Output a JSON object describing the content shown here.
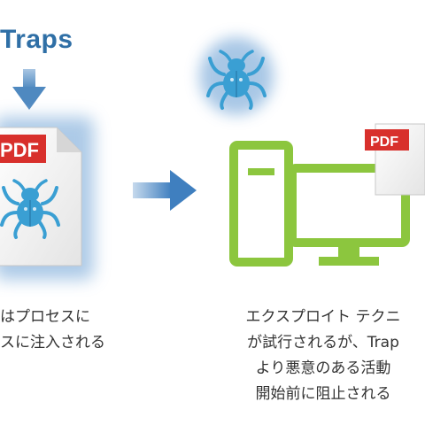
{
  "title": "Traps",
  "pdf_label_left": "PDF",
  "pdf_label_right": "PDF",
  "caption_left": [
    "はプロセスに",
    "スに注入される"
  ],
  "caption_right": [
    "エクスプロイト テクニ",
    "が試行されるが、Trap",
    "より悪意のある活動",
    "開始前に阻止される"
  ],
  "colors": {
    "accent_blue": "#2f6fa6",
    "arrow_blue": "#4f89c0",
    "bug_blue": "#3a9fd3",
    "pdf_red": "#d8302c",
    "computer_green": "#8cc63e",
    "glow_blue": "#9fc1e3"
  },
  "icons": [
    "down-arrow-icon",
    "pdf-document-icon",
    "bug-icon",
    "right-arrow-icon",
    "computer-icon"
  ]
}
